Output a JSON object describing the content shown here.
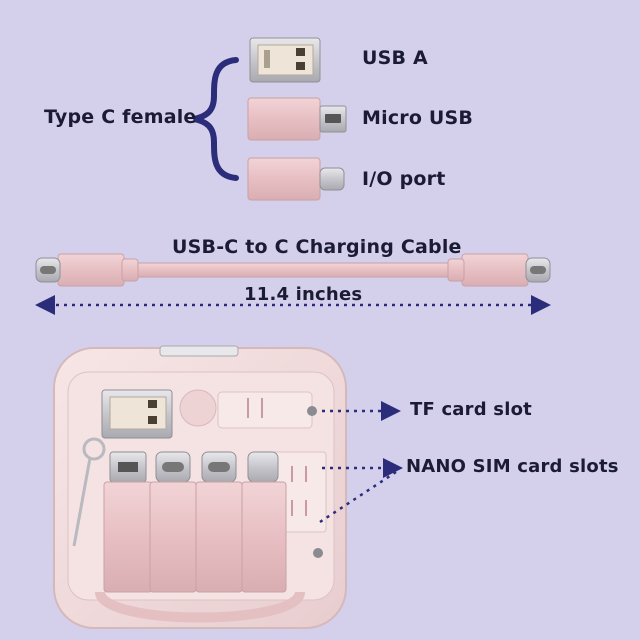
{
  "adapters": {
    "group_label": "Type C female",
    "items": [
      {
        "label": "USB A"
      },
      {
        "label": "Micro USB"
      },
      {
        "label": "I/O port"
      }
    ]
  },
  "cable": {
    "label": "USB-C to C Charging Cable",
    "length_label": "11.4 inches"
  },
  "case_callouts": {
    "tf_slot": "TF card slot",
    "sim_slots": "NANO SIM card slots"
  },
  "colors": {
    "background": "#d4d0ec",
    "connector_pink": "#e9c3c6",
    "metal": "#cfcfd4",
    "brace_and_arrows": "#2b2d7a",
    "case_shell": "#f3dede"
  }
}
